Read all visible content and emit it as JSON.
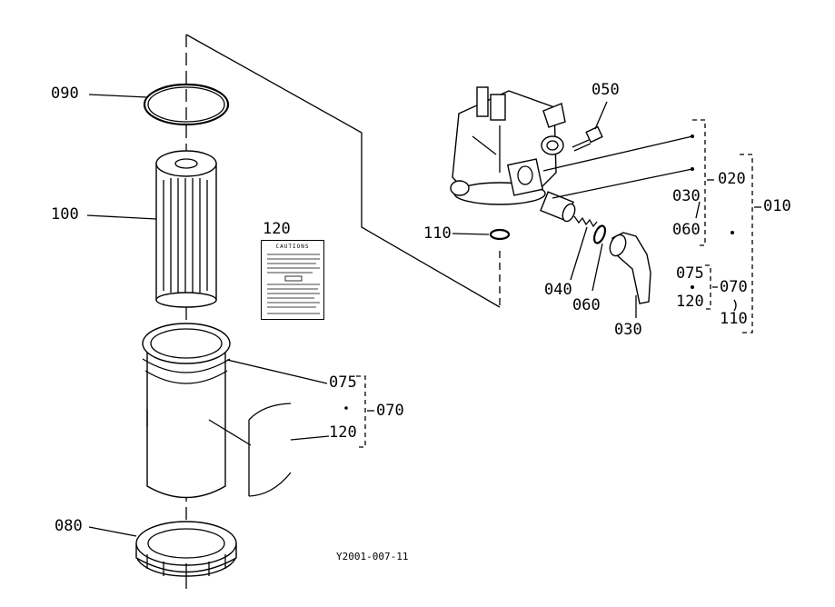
{
  "labels": {
    "p090": "090",
    "p100": "100",
    "p120_label": "120",
    "p075_left": "075",
    "p070_left": "070",
    "p120_left": "120",
    "p080": "080",
    "p050": "050",
    "p110_top": "110",
    "p040": "040",
    "p060_lower": "060",
    "p030_lower": "030",
    "p020": "020",
    "p030_right": "030",
    "p060_right": "060",
    "p010": "010",
    "p075_right": "075",
    "p070_right": "070",
    "p120_right": "120",
    "p110_right": "110"
  },
  "card": {
    "title": "CAUTIONS"
  },
  "reference": "Y2001-007-11"
}
